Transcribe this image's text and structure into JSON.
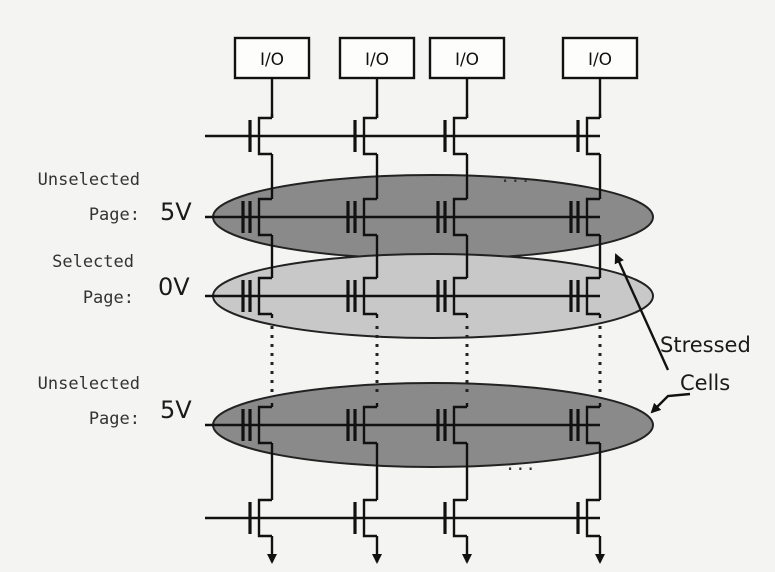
{
  "diagram": {
    "io_label": "I/O",
    "bitline_count": 4,
    "wordline_rows": [
      "select-top",
      "page-unselected-1",
      "page-selected",
      "page-unselected-2",
      "select-bottom"
    ],
    "pages": [
      {
        "label_line1": "Unselected",
        "label_line2": "Page:",
        "voltage": "5V",
        "state": "unselected",
        "fill": "#8a8a8a"
      },
      {
        "label_line1": "Selected",
        "label_line2": "Page:",
        "voltage": "0V",
        "state": "selected",
        "fill": "#c8c8c8"
      },
      {
        "label_line1": "Unselected",
        "label_line2": "Page:",
        "voltage": "5V",
        "state": "unselected",
        "fill": "#8a8a8a"
      }
    ],
    "ellipsis": "...",
    "callout": {
      "line1": "Stressed",
      "line2": "Cells"
    }
  }
}
